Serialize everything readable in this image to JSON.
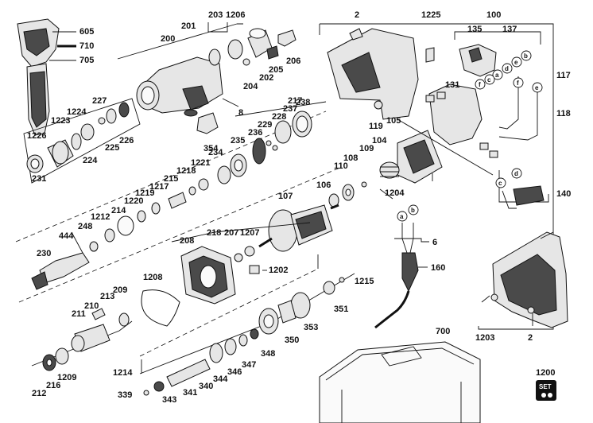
{
  "labels": {
    "l605": "605",
    "l710": "710",
    "l705": "705",
    "l203": "203",
    "l1206": "1206",
    "l201": "201",
    "l200": "200",
    "l206": "206",
    "l205": "205",
    "l202": "202",
    "l204": "204",
    "l8": "8",
    "l354": "354",
    "l1224": "1224",
    "l1223": "1223",
    "l227": "227",
    "l1226": "1226",
    "l225": "225",
    "l226": "226",
    "l224": "224",
    "l231": "231",
    "l217": "217",
    "l238": "238",
    "l237": "237",
    "l228": "228",
    "l229": "229",
    "l236": "236",
    "l235": "235",
    "l234": "234",
    "l1221": "1221",
    "l1218": "1218",
    "l215": "215",
    "l1217": "1217",
    "l1219": "1219",
    "l1220": "1220",
    "l214": "214",
    "l1212": "1212",
    "l248": "248",
    "l444": "444",
    "l230": "230",
    "l2top": "2",
    "l1225": "1225",
    "l100": "100",
    "l135": "135",
    "l137": "137",
    "l117": "117",
    "l118": "118",
    "l131": "131",
    "l119": "119",
    "l105": "105",
    "l104": "104",
    "l109": "109",
    "l110": "110",
    "l108": "108",
    "l1204": "1204",
    "l106": "106",
    "l107": "107",
    "l140": "140",
    "l208": "208",
    "l218": "218",
    "l207": "207",
    "l1207": "1207",
    "l1202": "1202",
    "l1208": "1208",
    "l1215": "1215",
    "l6": "6",
    "l160": "160",
    "l209": "209",
    "l213": "213",
    "l210": "210",
    "l211": "211",
    "l351": "351",
    "l353": "353",
    "l350": "350",
    "l348": "348",
    "l347": "347",
    "l346": "346",
    "l344": "344",
    "l340": "340",
    "l341": "341",
    "l343": "343",
    "l339": "339",
    "l1214": "1214",
    "l212": "212",
    "l216": "216",
    "l1209": "1209",
    "l1203": "1203",
    "l2bot": "2",
    "l700": "700",
    "l1200": "1200"
  },
  "callouts": {
    "c_a": "a",
    "c_b": "b",
    "c_c": "c",
    "c_d": "d",
    "c_e": "e",
    "c_f": "f",
    "w_f": "f",
    "w_e": "e",
    "s_c": "c",
    "s_d": "d",
    "cab_a": "a",
    "cab_b": "b"
  },
  "set_badge": {
    "top": "SET"
  }
}
